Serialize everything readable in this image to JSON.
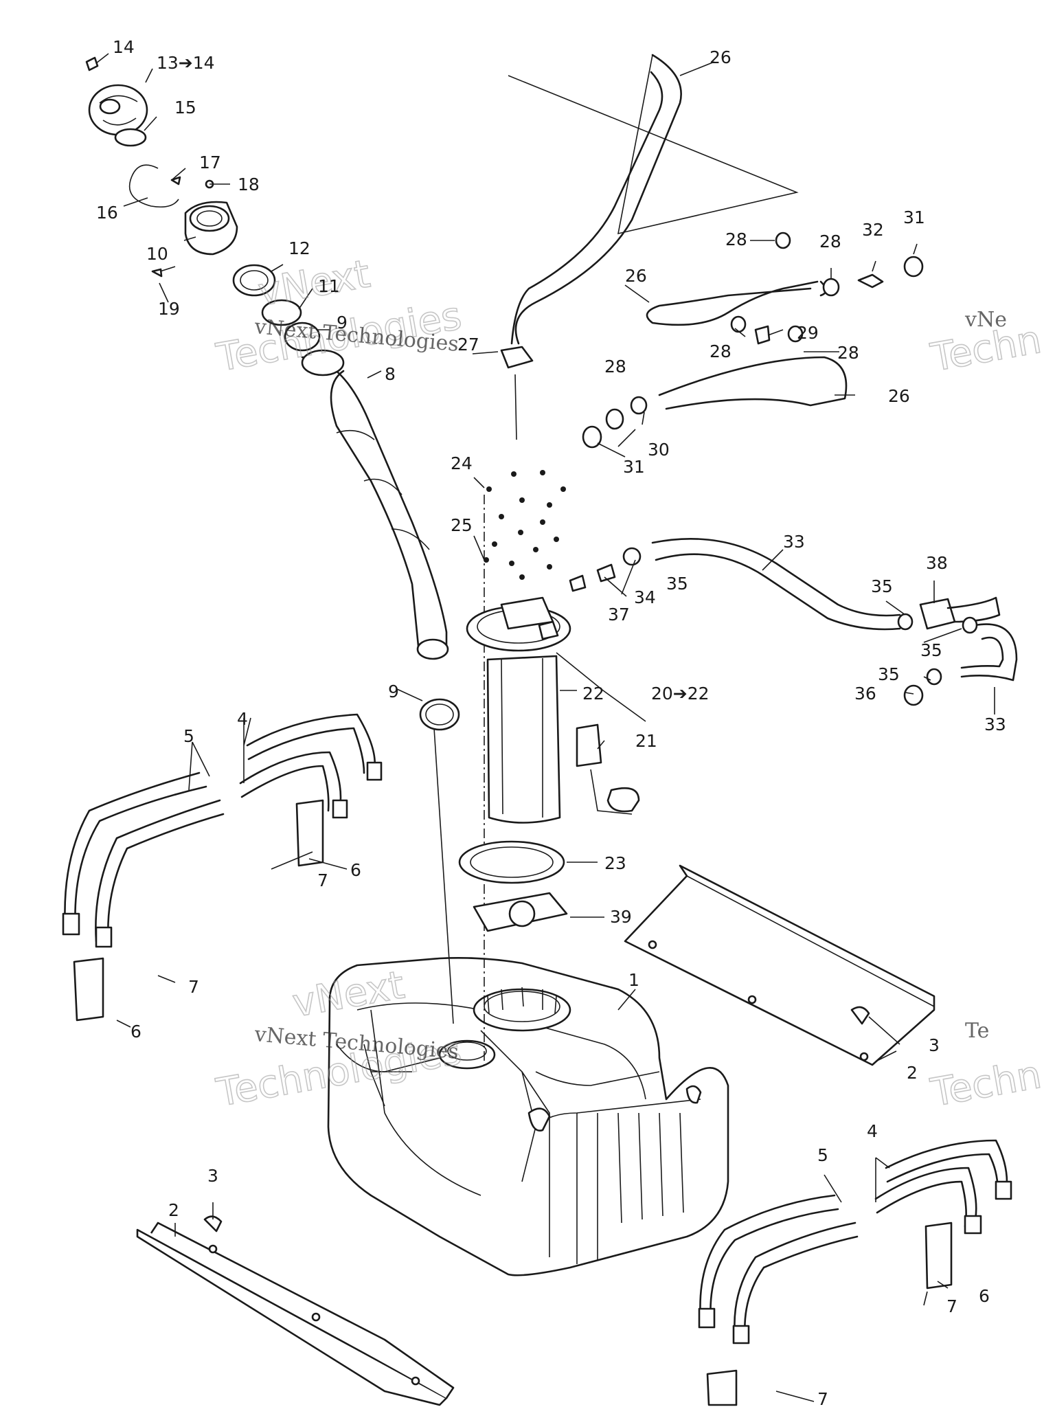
{
  "watermark": {
    "line1": "vNext Technologies",
    "line2": "Technologies",
    "top_fragment": "vNext",
    "edge_a": "vNe",
    "edge_b": "Te",
    "edge_c": "Techn"
  },
  "callouts": [
    {
      "id": "c1",
      "text": "1"
    },
    {
      "id": "c2a",
      "text": "2"
    },
    {
      "id": "c2b",
      "text": "2"
    },
    {
      "id": "c3a",
      "text": "3"
    },
    {
      "id": "c3b",
      "text": "3"
    },
    {
      "id": "c4a",
      "text": "4"
    },
    {
      "id": "c4b",
      "text": "4"
    },
    {
      "id": "c5a",
      "text": "5"
    },
    {
      "id": "c5b",
      "text": "5"
    },
    {
      "id": "c6a",
      "text": "6"
    },
    {
      "id": "c6b",
      "text": "6"
    },
    {
      "id": "c6c",
      "text": "6"
    },
    {
      "id": "c7a",
      "text": "7"
    },
    {
      "id": "c7b",
      "text": "7"
    },
    {
      "id": "c7c",
      "text": "7"
    },
    {
      "id": "c7d",
      "text": "7"
    },
    {
      "id": "c8",
      "text": "8"
    },
    {
      "id": "c9a",
      "text": "9"
    },
    {
      "id": "c9b",
      "text": "9"
    },
    {
      "id": "c10",
      "text": "10"
    },
    {
      "id": "c11",
      "text": "11"
    },
    {
      "id": "c12",
      "text": "12"
    },
    {
      "id": "c13",
      "text": "13➔14"
    },
    {
      "id": "c14",
      "text": "14"
    },
    {
      "id": "c15",
      "text": "15"
    },
    {
      "id": "c16",
      "text": "16"
    },
    {
      "id": "c17",
      "text": "17"
    },
    {
      "id": "c18",
      "text": "18"
    },
    {
      "id": "c19",
      "text": "19"
    },
    {
      "id": "c20",
      "text": "20➔22"
    },
    {
      "id": "c21",
      "text": "21"
    },
    {
      "id": "c22",
      "text": "22"
    },
    {
      "id": "c23",
      "text": "23"
    },
    {
      "id": "c24",
      "text": "24"
    },
    {
      "id": "c25",
      "text": "25"
    },
    {
      "id": "c26a",
      "text": "26"
    },
    {
      "id": "c26b",
      "text": "26"
    },
    {
      "id": "c26c",
      "text": "26"
    },
    {
      "id": "c27",
      "text": "27"
    },
    {
      "id": "c28a",
      "text": "28"
    },
    {
      "id": "c28b",
      "text": "28"
    },
    {
      "id": "c28c",
      "text": "28"
    },
    {
      "id": "c28d",
      "text": "28"
    },
    {
      "id": "c28e",
      "text": "28"
    },
    {
      "id": "c29",
      "text": "29"
    },
    {
      "id": "c30",
      "text": "30"
    },
    {
      "id": "c31a",
      "text": "31"
    },
    {
      "id": "c31b",
      "text": "31"
    },
    {
      "id": "c32",
      "text": "32"
    },
    {
      "id": "c33a",
      "text": "33"
    },
    {
      "id": "c33b",
      "text": "33"
    },
    {
      "id": "c34",
      "text": "34"
    },
    {
      "id": "c35a",
      "text": "35"
    },
    {
      "id": "c35b",
      "text": "35"
    },
    {
      "id": "c35c",
      "text": "35"
    },
    {
      "id": "c35d",
      "text": "35"
    },
    {
      "id": "c36",
      "text": "36"
    },
    {
      "id": "c37",
      "text": "37"
    },
    {
      "id": "c38",
      "text": "38"
    },
    {
      "id": "c39",
      "text": "39"
    }
  ]
}
